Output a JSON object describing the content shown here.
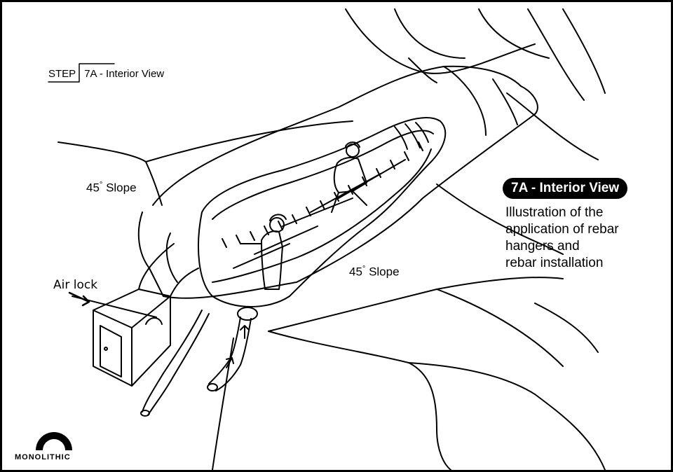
{
  "step": {
    "word": "STEP",
    "title": "7A - Interior View"
  },
  "labels": {
    "slope_left": "45",
    "slope_right": "45",
    "slope_word": "Slope",
    "degree": "°",
    "air_lock": "Air lock"
  },
  "callout": {
    "title": "7A - Interior View",
    "lines": [
      "Illustration of the",
      "application of rebar",
      "hangers and",
      "rebar installation"
    ]
  },
  "logo": {
    "text": "MONOLITHIC"
  },
  "colors": {
    "ink": "#000000",
    "paper": "#ffffff"
  },
  "icons": [
    "airlock-arrow-icon",
    "airflow-arrow-icon",
    "logo-dome-icon"
  ]
}
